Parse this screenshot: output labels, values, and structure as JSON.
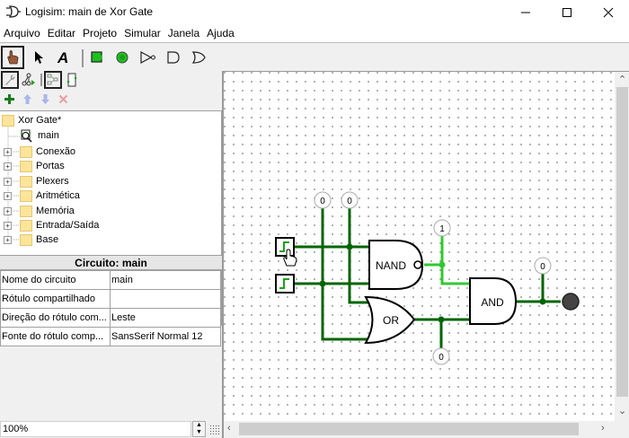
{
  "window": {
    "title": "Logisim: main de Xor Gate",
    "controls": [
      "minimize",
      "maximize",
      "close"
    ]
  },
  "menu": [
    "Arquivo",
    "Editar",
    "Projeto",
    "Simular",
    "Janela",
    "Ajuda"
  ],
  "toolbar": {
    "tools": [
      {
        "name": "poke-tool",
        "icon": "hand-icon",
        "selected": true
      },
      {
        "name": "select-tool",
        "icon": "arrow-icon",
        "selected": false
      },
      {
        "name": "text-tool",
        "icon": "text-A-icon",
        "selected": false
      },
      {
        "name": "input-pin",
        "icon": "input-pin-icon",
        "selected": false
      },
      {
        "name": "output-pin",
        "icon": "output-pin-icon",
        "selected": false
      },
      {
        "name": "not-gate",
        "icon": "not-gate-icon",
        "selected": false
      },
      {
        "name": "and-gate",
        "icon": "and-gate-icon",
        "selected": false
      },
      {
        "name": "or-gate",
        "icon": "or-gate-icon",
        "selected": false
      }
    ]
  },
  "explorer_toolbar": [
    "wrench-icon",
    "simulation-tree-icon",
    "layout-icon",
    "appearance-icon"
  ],
  "project_toolbar": [
    "add-icon",
    "move-up-icon",
    "move-down-icon",
    "delete-icon"
  ],
  "tree": {
    "project": "Xor Gate*",
    "circuit": "main",
    "libraries": [
      "Conexão",
      "Portas",
      "Plexers",
      "Aritmética",
      "Memória",
      "Entrada/Saída",
      "Base"
    ]
  },
  "attributes": {
    "title": "Circuito: main",
    "rows": [
      {
        "key": "Nome do circuito",
        "value": "main"
      },
      {
        "key": "Rótulo compartilhado",
        "value": ""
      },
      {
        "key": "Direção do rótulo com...",
        "value": "Leste"
      },
      {
        "key": "Fonte do rótulo comp...",
        "value": "SansSerif Normal 12"
      }
    ]
  },
  "zoom": {
    "value": "100%"
  },
  "circuit": {
    "gates": [
      {
        "type": "NAND",
        "label": "NAND"
      },
      {
        "type": "OR",
        "label": "OR"
      },
      {
        "type": "AND",
        "label": "AND"
      }
    ],
    "probes": [
      "0",
      "0",
      "1",
      "0",
      "0"
    ],
    "colors": {
      "wire_low": "#006400",
      "wire_high": "#32c832",
      "led_off": "#444444"
    }
  }
}
